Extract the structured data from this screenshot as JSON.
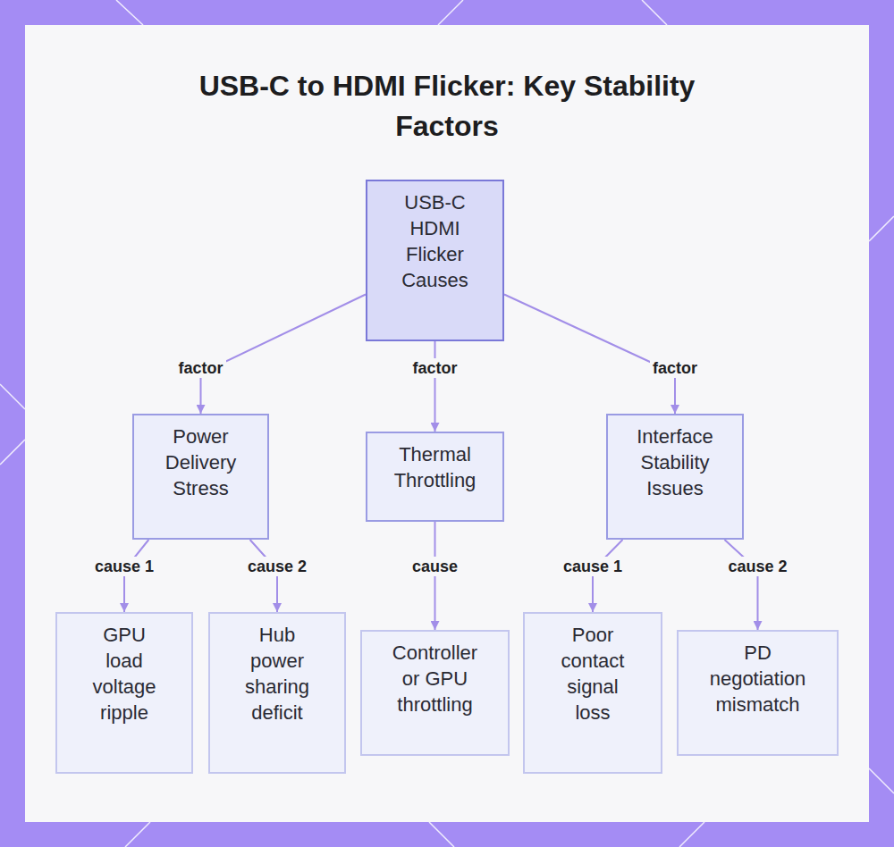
{
  "diagram": {
    "title": "USB-C to HDMI Flicker: Key Stability Factors",
    "nodes": [
      {
        "text": [
          "USB-C HDMI Flicker Causes"
        ]
      },
      {
        "text": [
          "Power Delivery Stress"
        ]
      },
      {
        "text": [
          "Thermal Throttling"
        ]
      },
      {
        "text": [
          "Interface Stability Issues"
        ]
      },
      {
        "text": [
          "GPU load voltage ripple"
        ]
      },
      {
        "text": [
          "Hub power sharing deficit"
        ]
      },
      {
        "text": [
          "Controller or GPU throttling"
        ]
      },
      {
        "text": [
          "Poor contact signal loss"
        ]
      },
      {
        "text": [
          "PD negotiation mismatch"
        ]
      }
    ],
    "edges": [
      {
        "from": 0,
        "to": 1,
        "label": "factor",
        "arrow": "to"
      },
      {
        "from": 0,
        "to": 2,
        "label": "factor",
        "arrow": "to"
      },
      {
        "from": 0,
        "to": 3,
        "label": "factor",
        "arrow": "to"
      },
      {
        "from": 1,
        "to": 4,
        "label": "cause 1",
        "arrow": "to"
      },
      {
        "from": 1,
        "to": 5,
        "label": "cause 2",
        "arrow": "to"
      },
      {
        "from": 2,
        "to": 6,
        "label": "cause",
        "arrow": "to"
      },
      {
        "from": 3,
        "to": 7,
        "label": "cause 1",
        "arrow": "to"
      },
      {
        "from": 3,
        "to": 8,
        "label": "cause 2",
        "arrow": "to"
      }
    ]
  }
}
